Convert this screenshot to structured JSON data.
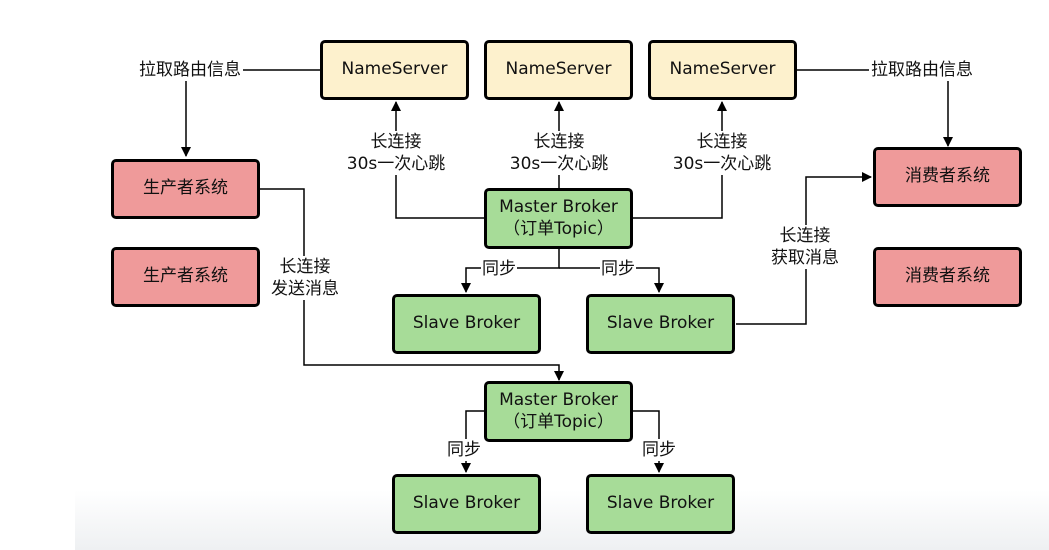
{
  "colors": {
    "nameserver": "#fdf1cd",
    "system": "#ef9a9a",
    "broker": "#a7dc98",
    "line": "#000000"
  },
  "nodes": {
    "nameserver_1": "NameServer",
    "nameserver_2": "NameServer",
    "nameserver_3": "NameServer",
    "producer_1": "生产者系统",
    "producer_2": "生产者系统",
    "consumer_1": "消费者系统",
    "consumer_2": "消费者系统",
    "master_1": "Master Broker\n（订单Topic）",
    "master_2": "Master Broker\n（订单Topic）",
    "slave_1": "Slave Broker",
    "slave_2": "Slave Broker",
    "slave_3": "Slave Broker",
    "slave_4": "Slave Broker"
  },
  "edge_labels": {
    "pull_route_left": "拉取路由信息",
    "pull_route_right": "拉取路由信息",
    "heartbeat_1_a": "长连接",
    "heartbeat_1_b": "30s一次心跳",
    "heartbeat_2_a": "长连接",
    "heartbeat_2_b": "30s一次心跳",
    "heartbeat_3_a": "长连接",
    "heartbeat_3_b": "30s一次心跳",
    "sync_1": "同步",
    "sync_2": "同步",
    "sync_3": "同步",
    "sync_4": "同步",
    "send_a": "长连接",
    "send_b": "发送消息",
    "fetch_a": "长连接",
    "fetch_b": "获取消息"
  }
}
